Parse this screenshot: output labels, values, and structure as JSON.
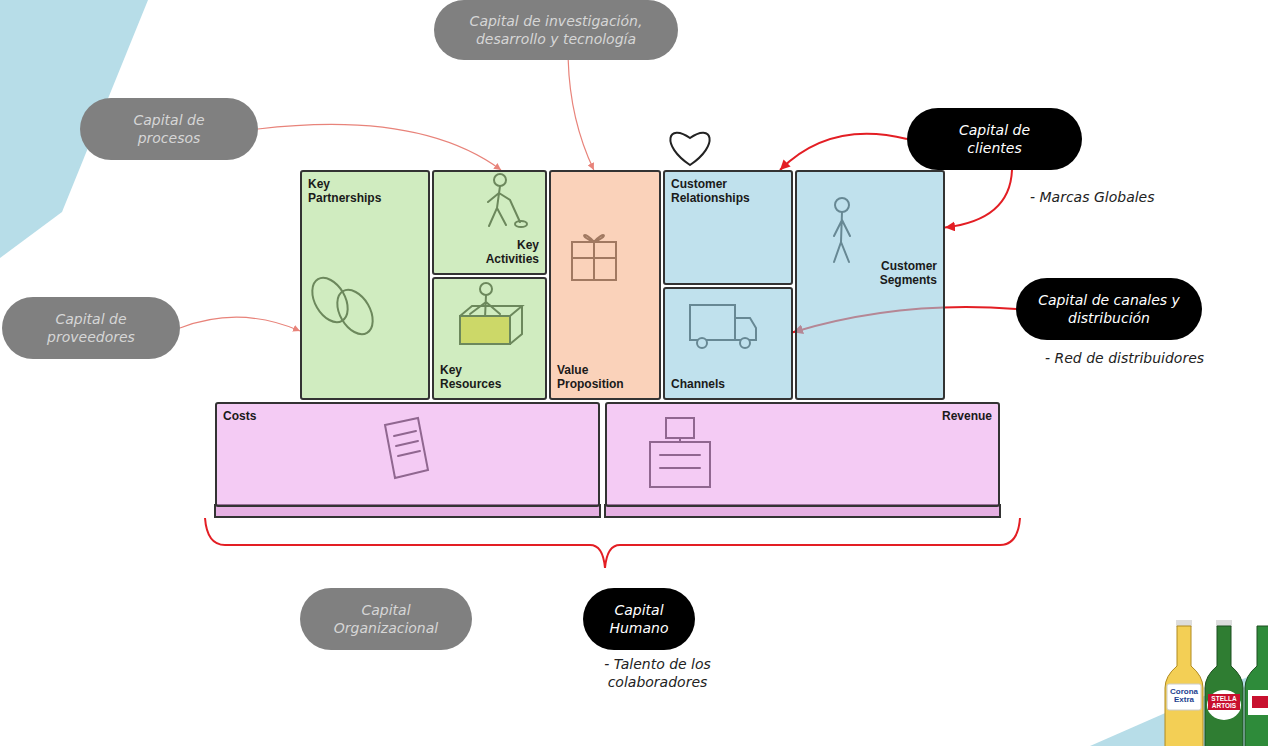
{
  "diagram": {
    "nodes": [
      {
        "text": [
          "Capital de investigación, desarrollo y tecnología"
        ]
      },
      {
        "text": [
          "Capital de procesos"
        ]
      },
      {
        "text": [
          "Capital de clientes"
        ]
      },
      {
        "text": [
          "Key Partnerships"
        ]
      },
      {
        "text": [
          "Key Activities"
        ]
      },
      {
        "text": [
          "Value Proposition"
        ]
      },
      {
        "text": [
          "Customer Relationships"
        ]
      },
      {
        "text": [
          "Customer Segments"
        ]
      },
      {
        "text": [
          "Capital de proveedores"
        ]
      },
      {
        "text": [
          "Key Resources"
        ]
      },
      {
        "text": [
          "Capital de canales y distribución"
        ]
      },
      {
        "text": [
          "Channels"
        ]
      },
      {
        "text": [
          "Costs"
        ]
      },
      {
        "text": [
          "Revenue"
        ]
      },
      {
        "text": [
          "Capital Organizacional"
        ]
      },
      {
        "text": [
          "Capital Humano"
        ]
      }
    ],
    "edges": [
      {
        "from": 1,
        "to": 4,
        "arrow": "to"
      },
      {
        "from": 0,
        "to": 5,
        "arrow": "to"
      },
      {
        "from": 2,
        "to": 6,
        "arrow": "to"
      },
      {
        "from": 2,
        "to": 7,
        "arrow": "to"
      },
      {
        "from": 8,
        "to": 3,
        "arrow": "to"
      },
      {
        "from": 10,
        "to": 11,
        "arrow": "to"
      }
    ],
    "labels": [
      "- Marcas Globales",
      "- Red de distribuidores",
      "- Talento de los colaboradores",
      "Corona Extra",
      "STELLA ARTOIS"
    ]
  }
}
